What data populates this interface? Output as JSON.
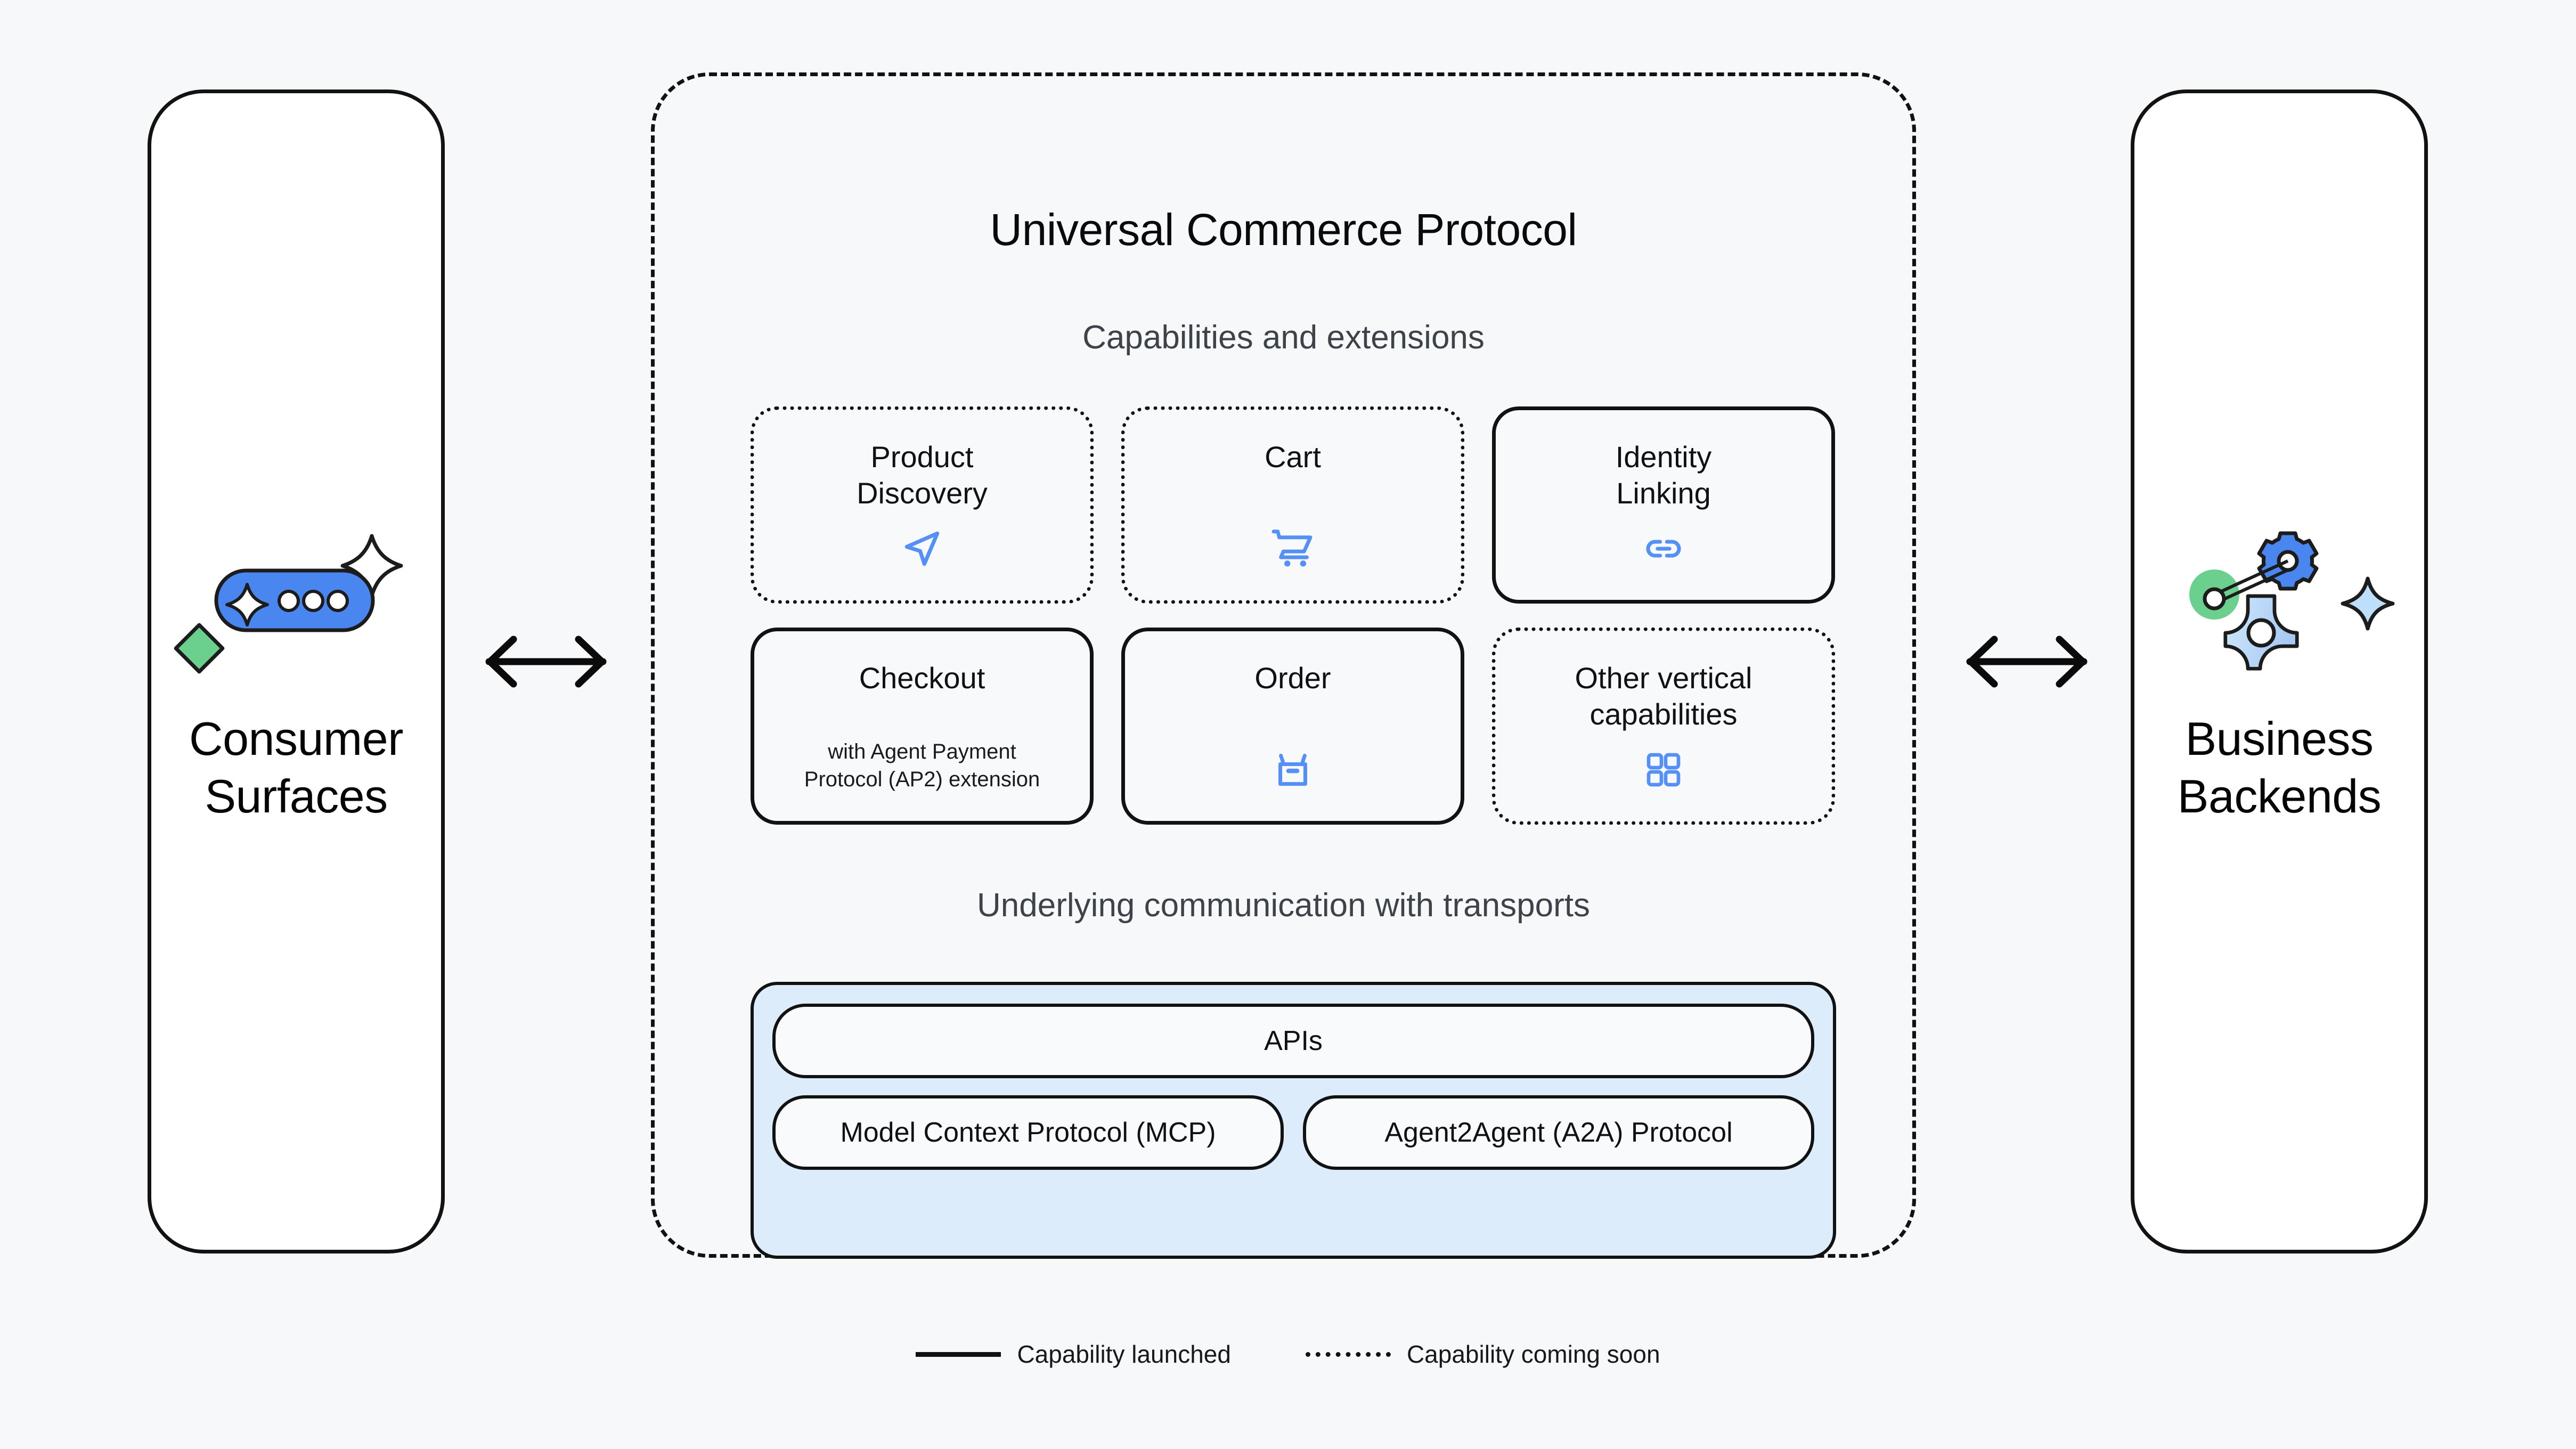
{
  "left_panel": {
    "title": "Consumer\nSurfaces",
    "art_name": "chat-bubble-sparkle-illustration"
  },
  "right_panel": {
    "title": "Business\nBackends",
    "art_name": "gears-machinery-illustration"
  },
  "protocol": {
    "title": "Universal Commerce Protocol",
    "capabilities_label": "Capabilities and extensions",
    "transports_label": "Underlying communication with transports"
  },
  "capabilities": [
    {
      "name": "Product\nDiscovery",
      "status": "coming_soon",
      "icon": "navigation-arrow-icon",
      "subtitle": ""
    },
    {
      "name": "Cart",
      "status": "coming_soon",
      "icon": "shopping-cart-icon",
      "subtitle": ""
    },
    {
      "name": "Identity\nLinking",
      "status": "launched",
      "icon": "link-icon",
      "subtitle": ""
    },
    {
      "name": "Checkout",
      "status": "launched",
      "icon": "",
      "subtitle": "with Agent Payment\nProtocol (AP2) extension"
    },
    {
      "name": "Order",
      "status": "launched",
      "icon": "inbox-tray-icon",
      "subtitle": ""
    },
    {
      "name": "Other vertical\ncapabilities",
      "status": "coming_soon",
      "icon": "grid-squares-icon",
      "subtitle": ""
    }
  ],
  "transports": {
    "primary": "APIs",
    "secondary": [
      "Model Context Protocol (MCP)",
      "Agent2Agent (A2A) Protocol"
    ]
  },
  "legend": [
    {
      "style": "solid",
      "text": "Capability launched"
    },
    {
      "style": "dotted",
      "text": "Capability coming soon"
    }
  ],
  "colors": {
    "background": "#f6f8fa",
    "accent_blue": "#5490f5",
    "panel_blue": "#ddecfa",
    "green": "#6bcf8e",
    "stroke": "#121212",
    "muted_text": "#3d4349"
  }
}
